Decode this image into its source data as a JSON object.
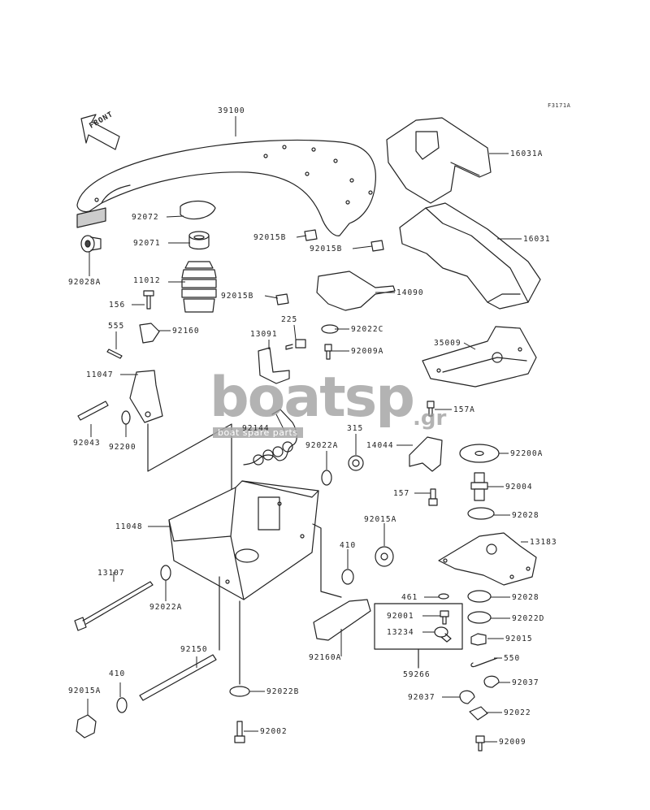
{
  "diagram_code": "F3171A",
  "front_label": "FRONT",
  "watermark": {
    "brand": "boatsp",
    "tld": ".gr",
    "tagline": "boat spare parts"
  },
  "parts": {
    "p39100": "39100",
    "p16031A": "16031A",
    "p16031": "16031",
    "p92072": "92072",
    "p92071": "92071",
    "p92028A": "92028A",
    "p11012": "11012",
    "p156": "156",
    "p92015B_1": "92015B",
    "p92015B_2": "92015B",
    "p92015B_3": "92015B",
    "p14090": "14090",
    "p225": "225",
    "p92022C": "92022C",
    "p13091": "13091",
    "p92009A": "92009A",
    "p35009": "35009",
    "p555": "555",
    "p92160": "92160",
    "p11047": "11047",
    "p157A": "157A",
    "p92043": "92043",
    "p92200": "92200",
    "p92144": "92144",
    "p315": "315",
    "p92022A_1": "92022A",
    "p14044": "14044",
    "p92200A": "92200A",
    "p92004": "92004",
    "p157": "157",
    "p92028_1": "92028",
    "p92015A_1": "92015A",
    "p11048": "11048",
    "p13183": "13183",
    "p410_1": "410",
    "p13107": "13107",
    "p92022A_2": "92022A",
    "p461": "461",
    "p92028_2": "92028",
    "p92001": "92001",
    "p92022D": "92022D",
    "p13234": "13234",
    "p92015": "92015",
    "p92160A": "92160A",
    "p550": "550",
    "p59266": "59266",
    "p92037_1": "92037",
    "p92150": "92150",
    "p410_2": "410",
    "p92015A_2": "92015A",
    "p92022B": "92022B",
    "p92037_2": "92037",
    "p92022": "92022",
    "p92002": "92002",
    "p92009": "92009"
  }
}
